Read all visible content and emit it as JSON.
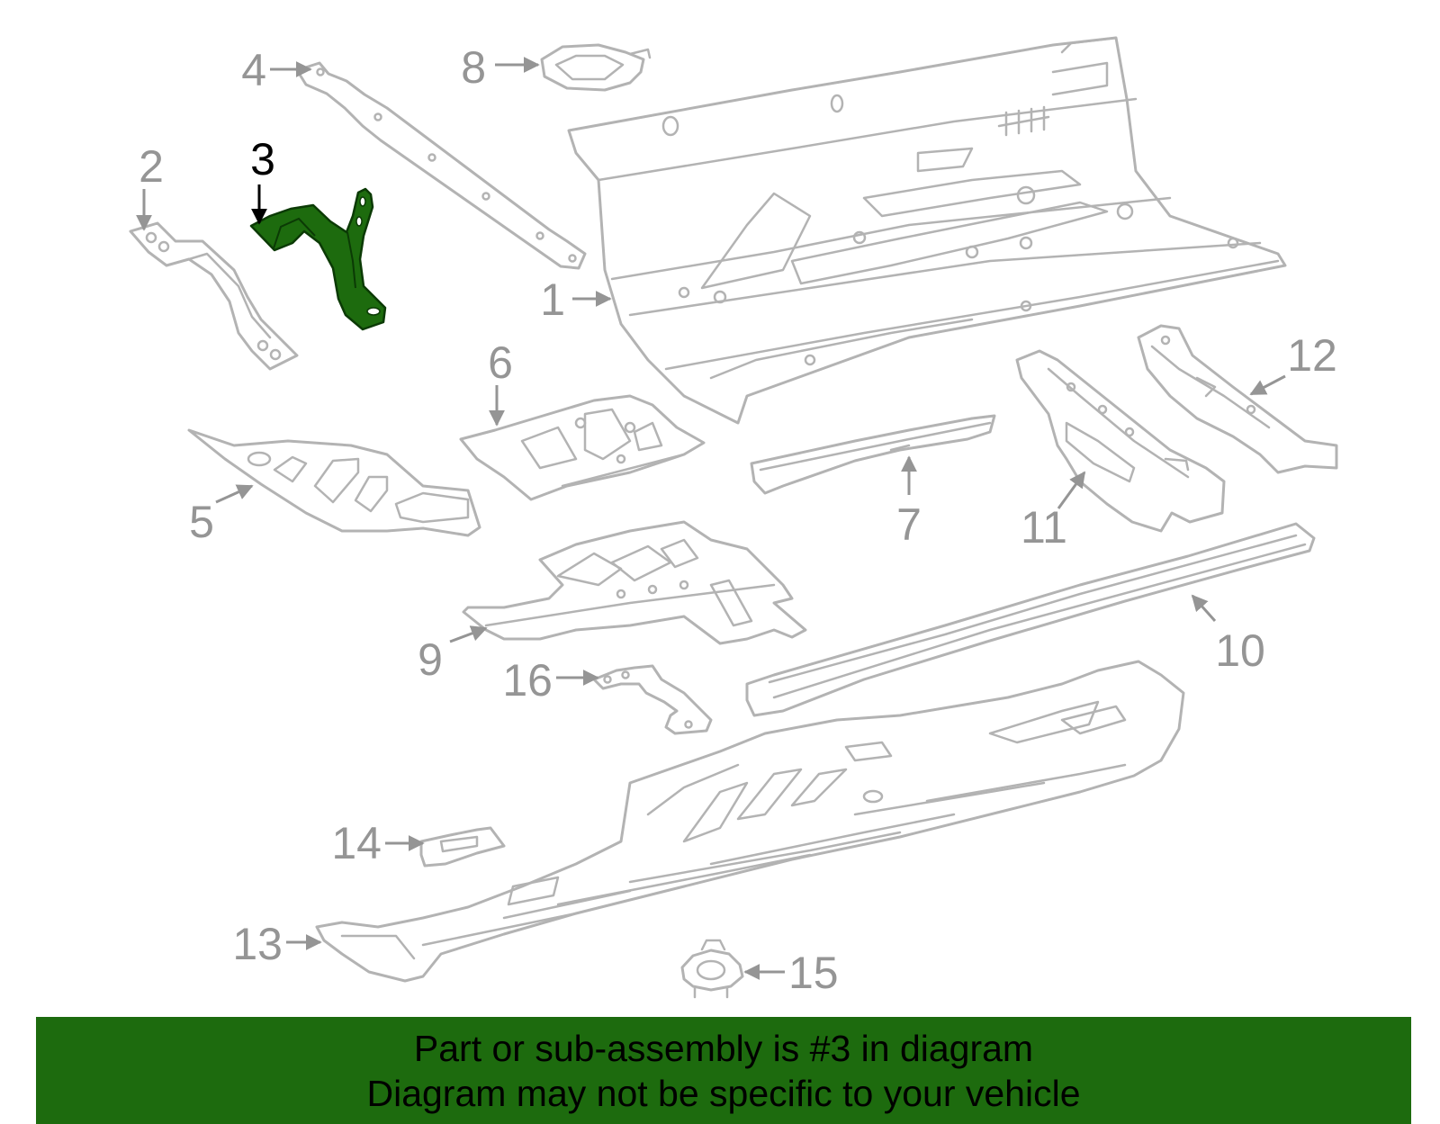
{
  "highlight_color": "#1d6b0e",
  "diagram": {
    "highlighted_part": "3",
    "callouts": [
      "1",
      "2",
      "3",
      "4",
      "5",
      "6",
      "7",
      "8",
      "9",
      "10",
      "11",
      "12",
      "13",
      "14",
      "15",
      "16"
    ]
  },
  "banner": {
    "line1": "Part or sub-assembly is #3 in diagram",
    "line2": "Diagram may not be specific to your vehicle"
  }
}
